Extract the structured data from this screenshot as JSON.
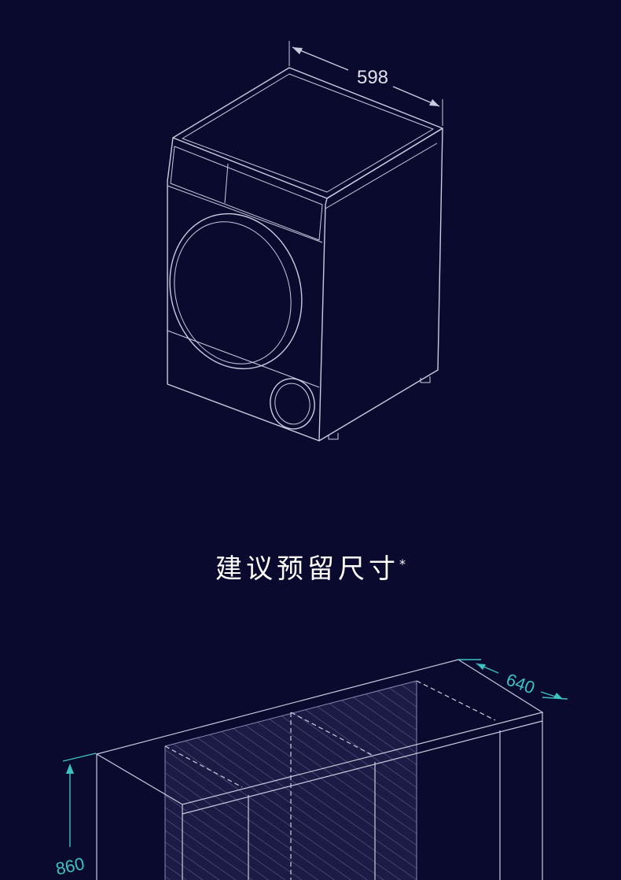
{
  "top_diagram": {
    "width_dimension": "598"
  },
  "section_title": {
    "text": "建议预留尺寸",
    "footnote_mark": "*"
  },
  "bottom_diagram": {
    "depth_dimension": "640",
    "height_dimension": "860"
  },
  "colors": {
    "background": "#0a0a2e",
    "line": "#c9cce0",
    "dimension_accent": "#3cc3c0",
    "hatch": "#8a88b8"
  }
}
